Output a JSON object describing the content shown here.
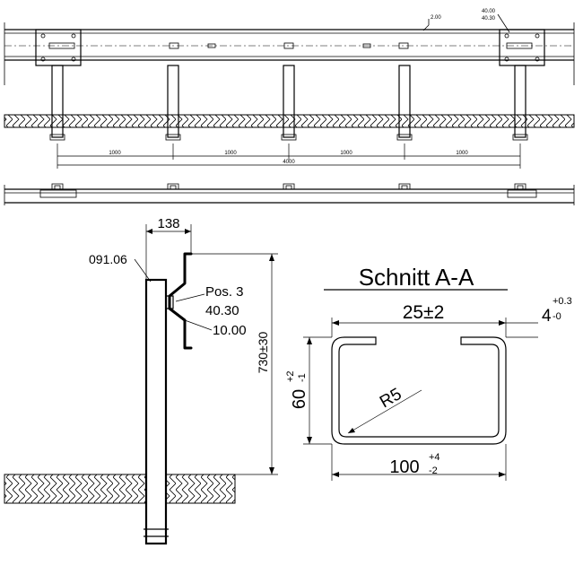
{
  "top_view": {
    "note_2": "2.00",
    "note_4000": "40.00",
    "note_4030": "40.30",
    "span_labels": [
      "1000",
      "1000",
      "1000",
      "1000"
    ],
    "total_label": "4000"
  },
  "side_view": {
    "width_label": "138",
    "post_label": "091.06",
    "pos_label": "Pos. 3",
    "part_label": "40.30",
    "bracket_label": "10.00",
    "height_label": "730±30"
  },
  "section": {
    "title": "Schnitt A-A",
    "opening_label": "25±2",
    "thickness_base": "4",
    "thickness_upper": "+0.3",
    "thickness_lower": "-0",
    "height_base": "60",
    "height_upper": "+2",
    "height_lower": "-1",
    "radius_label": "R5",
    "width_base": "100",
    "width_upper": "+4",
    "width_lower": "-2"
  },
  "colors": {
    "line": "#000000",
    "background": "#ffffff"
  }
}
